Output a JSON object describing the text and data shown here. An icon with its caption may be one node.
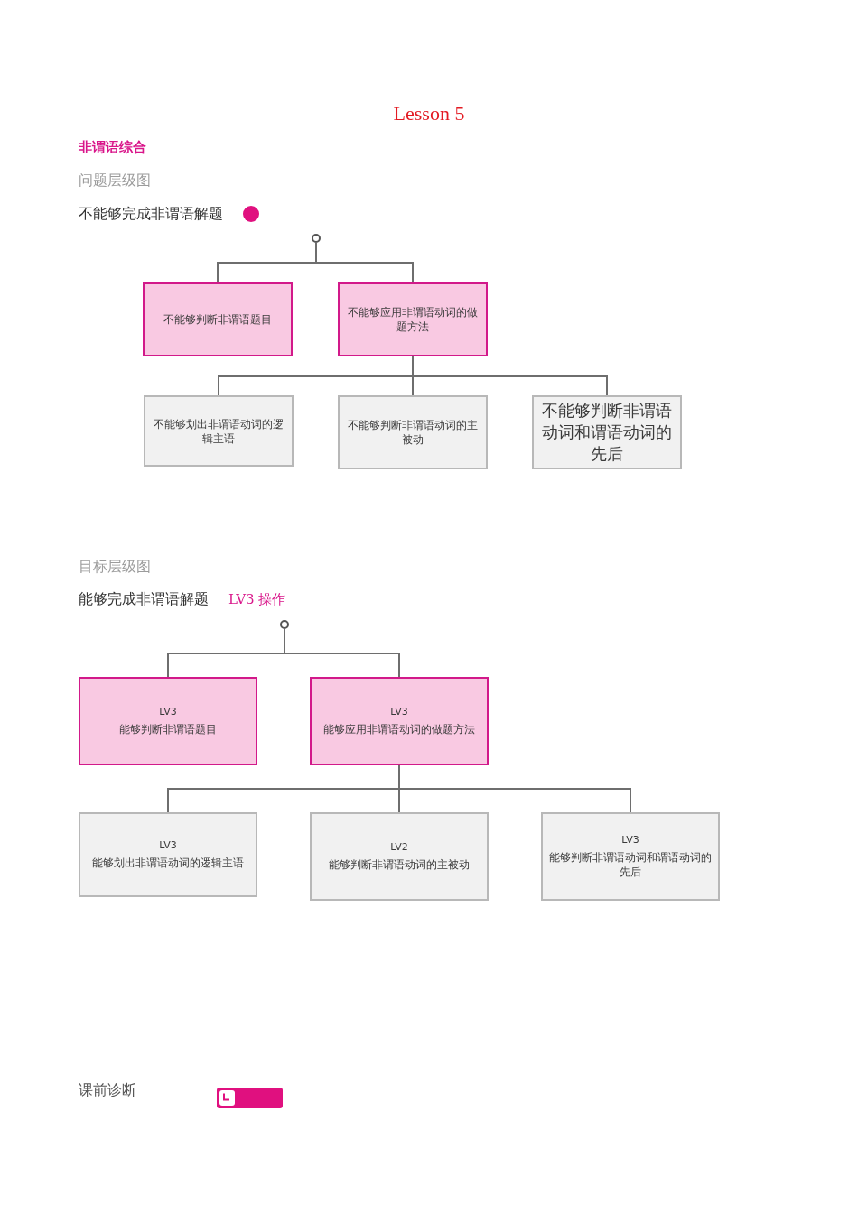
{
  "diagram": {
    "title": "Lesson 5",
    "nodes": [
      {
        "text": [],
        "shape": "circle"
      },
      {
        "text": [
          "不能够判断非谓语题目"
        ]
      },
      {
        "text": [
          "不能够应用非谓语动词的做题方法"
        ]
      },
      {
        "text": [
          "不能够划出非谓语动词的逻辑主语"
        ]
      },
      {
        "text": [
          "不能够判断非谓语动词的主被动"
        ]
      },
      {
        "text": [
          "不能够判断非谓语动词和谓语动词的先后"
        ]
      },
      {
        "text": [],
        "shape": "circle"
      },
      {
        "text": [
          "LV3",
          "能够判断非谓语题目"
        ]
      },
      {
        "text": [
          "LV3",
          "能够应用非谓语动词的做题方法"
        ]
      },
      {
        "text": [
          "LV3",
          "能够划出非谓语动词的逻辑主语"
        ]
      },
      {
        "text": [
          "LV2",
          "能够判断非谓语动词的主被动"
        ]
      },
      {
        "text": [
          "LV3",
          "能够判断非谓语动词和谓语动词的先后"
        ]
      }
    ],
    "edges": [
      {
        "from": 0,
        "to": 1,
        "arrow": "none"
      },
      {
        "from": 0,
        "to": 2,
        "arrow": "none"
      },
      {
        "from": 2,
        "to": 3,
        "arrow": "none"
      },
      {
        "from": 2,
        "to": 4,
        "arrow": "none"
      },
      {
        "from": 2,
        "to": 5,
        "arrow": "none"
      },
      {
        "from": 6,
        "to": 7,
        "arrow": "none"
      },
      {
        "from": 6,
        "to": 8,
        "arrow": "none"
      },
      {
        "from": 8,
        "to": 9,
        "arrow": "none"
      },
      {
        "from": 8,
        "to": 10,
        "arrow": "none"
      },
      {
        "from": 8,
        "to": 11,
        "arrow": "none"
      }
    ],
    "labels": [
      "非谓语综合",
      "问题层级图",
      "不能够完成非谓语解题",
      "目标层级图",
      "能够完成非谓语解题",
      "LV3 操作",
      "课前诊断"
    ]
  }
}
